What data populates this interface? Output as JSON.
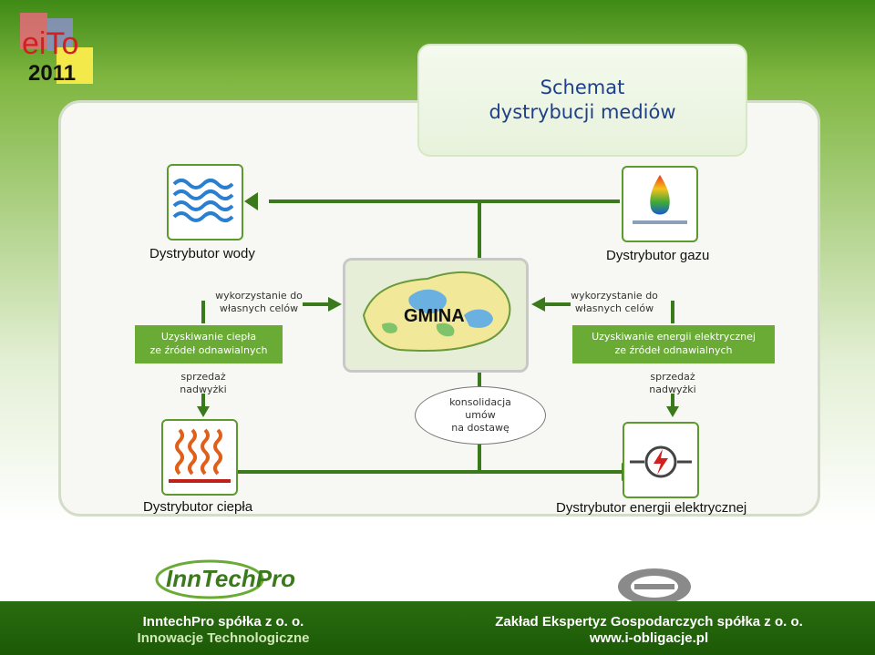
{
  "logo": {
    "text": "eiTo",
    "year": "2011"
  },
  "title": {
    "line1": "Schemat",
    "line2": "dystrybucji mediów"
  },
  "nodes": {
    "water": "Dystrybutor wody",
    "gas": "Dystrybutor gazu",
    "heat": "Dystrybutor ciepła",
    "electricity": "Dystrybutor energii elektrycznej"
  },
  "center": {
    "map_label": "GMINA",
    "consolidation": [
      "konsolidacja",
      "umów",
      "na dostawę"
    ]
  },
  "labels": {
    "own_use_left": [
      "wykorzystanie do",
      "własnych celów"
    ],
    "own_use_right": [
      "wykorzystanie do",
      "własnych celów"
    ],
    "heat_source": [
      "Uzyskiwanie ciepła",
      "ze źródeł odnawialnych"
    ],
    "power_source": [
      "Uzyskiwanie energii elektrycznej",
      "ze źródeł odnawialnych"
    ],
    "surplus_left": [
      "sprzedaż",
      "nadwyżki"
    ],
    "surplus_right": [
      "sprzedaż",
      "nadwyżki"
    ]
  },
  "footer": {
    "left_logo": "InnTechPro",
    "left_company": "InntechPro spółka z o. o.",
    "left_tagline": "Innowacje Technologiczne",
    "right_company": "Zakład Ekspertyz Gospodarczych spółka z o. o.",
    "right_url": "www.i-obligacje.pl"
  },
  "colors": {
    "accent_green": "#5c9a2d",
    "title_blue": "#1f3f8a",
    "label_bar": "#6aab35"
  }
}
